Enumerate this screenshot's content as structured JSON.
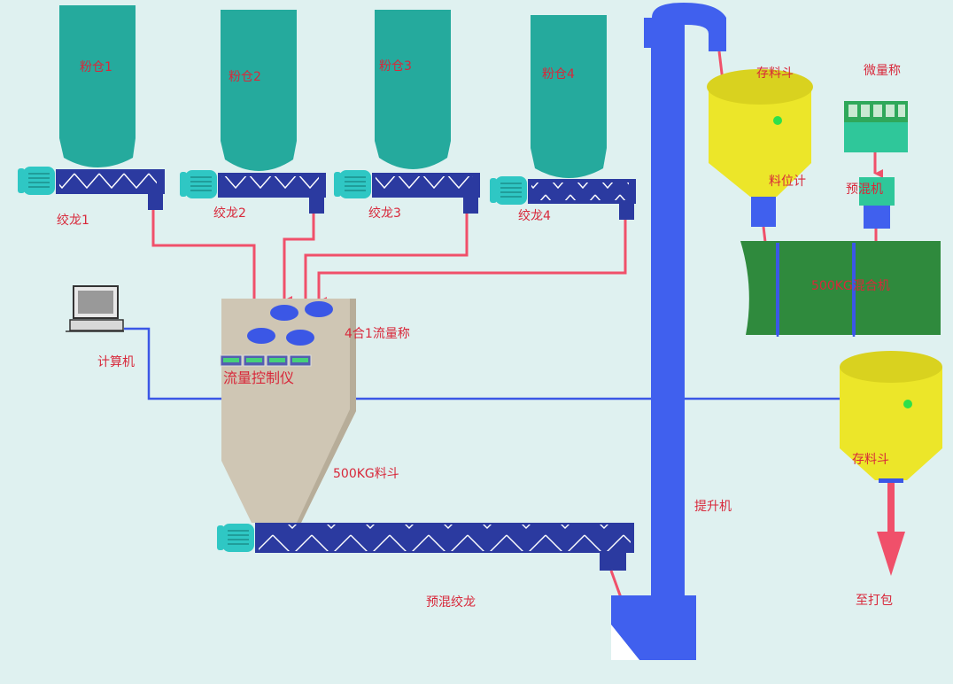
{
  "colors": {
    "background": "#dff1f0",
    "silo": "#25aa9d",
    "auger": "#2b3aa0",
    "motor": "#2fc7c4",
    "signal_red": "#f0506a",
    "signal_blue": "#3b57e6",
    "elevator": "#4060ee",
    "hopper_yellow": "#ece629",
    "mixer_green": "#2f8a3d",
    "weigh_hopper": "#cfc6b4",
    "label_red": "#d8283a"
  },
  "silos": [
    {
      "label": "粉仓1"
    },
    {
      "label": "粉仓2"
    },
    {
      "label": "粉仓3"
    },
    {
      "label": "粉仓4"
    }
  ],
  "augers": [
    {
      "label": "绞龙1"
    },
    {
      "label": "绞龙2"
    },
    {
      "label": "绞龙3"
    },
    {
      "label": "绞龙4"
    }
  ],
  "flow_scale": {
    "label": "4合1流量称"
  },
  "flow_controller": {
    "label": "流量控制仪"
  },
  "computer": {
    "label": "计算机",
    "icon": "computer-icon"
  },
  "weigh_hopper": {
    "label": "500KG料斗"
  },
  "premix_auger": {
    "label": "预混绞龙"
  },
  "elevator": {
    "label": "提升机"
  },
  "storage_hopper_top": {
    "label": "存料斗"
  },
  "level_gauge": {
    "label": "料位计"
  },
  "micro_scale": {
    "label": "微量称"
  },
  "premixer": {
    "label": "预混机"
  },
  "mixer": {
    "label": "500KG混合机"
  },
  "storage_hopper_bottom": {
    "label": "存料斗"
  },
  "to_packing": {
    "label": "至打包"
  }
}
